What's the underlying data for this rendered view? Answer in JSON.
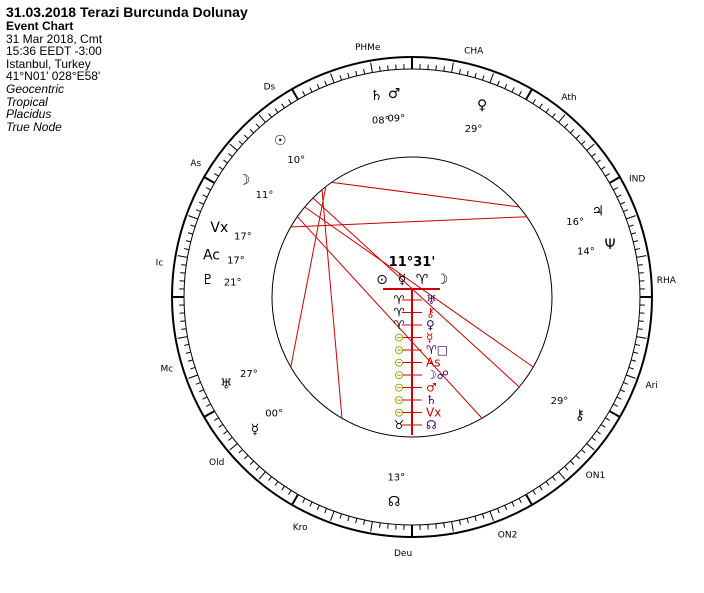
{
  "header": {
    "title": "31.03.2018 Terazi Burcunda Dolunay",
    "chart_type": "Event Chart",
    "date": "31 Mar 2018, Cmt",
    "time": "15:36  EEDT -3:00",
    "place": "Istanbul, Turkey",
    "coords": "41°N01' 028°E58'",
    "settings": [
      "Geocentric",
      "Tropical",
      "Placidus",
      "True Node"
    ]
  },
  "center": {
    "degree": "11°31'",
    "top_glyphs": [
      "⊙",
      "☿",
      "♈",
      "☽"
    ],
    "left_column": [
      "♈",
      "♈",
      "♈",
      "⊝",
      "⊝",
      "⊝",
      "⊝",
      "⊝",
      "⊝",
      "⊝",
      "♉"
    ],
    "right_column": [
      "♅",
      "⚷",
      "♀",
      "☿",
      "♈□",
      "As",
      "☽☍",
      "♂",
      "♄",
      "Vx",
      "☊"
    ]
  },
  "planets": [
    {
      "glyph": "☉",
      "label": "10°",
      "lon": 130
    },
    {
      "glyph": "☽",
      "label": "11°",
      "lon": 145
    },
    {
      "glyph": "♂",
      "label": "09°",
      "lon": 95
    },
    {
      "glyph": "♄",
      "label": "08°",
      "lon": 100
    },
    {
      "glyph": "♀",
      "label": "29°",
      "lon": 70
    },
    {
      "glyph": "♃",
      "label": "16°",
      "lon": 25
    },
    {
      "glyph": "Ψ",
      "label": "14°",
      "lon": 15
    },
    {
      "glyph": "♇",
      "label": "21°",
      "lon": 175
    },
    {
      "glyph": "♅",
      "label": "27°",
      "lon": 205
    },
    {
      "glyph": "☿",
      "label": "00°",
      "lon": 220
    },
    {
      "glyph": "☊",
      "label": "13°",
      "lon": 265
    },
    {
      "glyph": "⚷",
      "label": "29°",
      "lon": 325
    },
    {
      "glyph": "Ac",
      "label": "17°",
      "lon": 168
    },
    {
      "glyph": "Vx",
      "label": "17°",
      "lon": 160
    }
  ],
  "outer_labels": [
    "PHMe",
    "CHA",
    "Ath",
    "IND",
    "RHA",
    "Ari",
    "ON1",
    "ON2",
    "Deu",
    "Kro",
    "Old",
    "Mc",
    "Ic",
    "As",
    "Ds"
  ],
  "colors": {
    "aspect": "#cc0000",
    "ring": "#000000",
    "sun": "#999900"
  }
}
